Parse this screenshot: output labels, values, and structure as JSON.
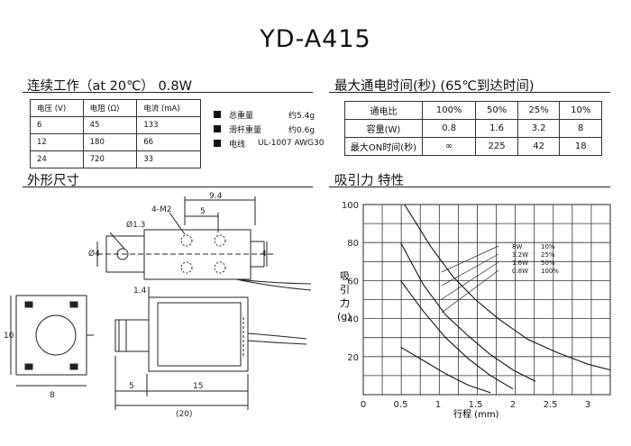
{
  "title": "YD-A415",
  "spec": {
    "heading": "连续工作（at 20℃） 0.8W",
    "headers": [
      "电压 (V)",
      "电阻 (Ω)",
      "电流 (mA)"
    ],
    "rows": [
      [
        "6",
        "45",
        "133"
      ],
      [
        "12",
        "180",
        "66"
      ],
      [
        "24",
        "720",
        "33"
      ]
    ]
  },
  "legend": [
    {
      "name": "总重量",
      "value": "约5.4g"
    },
    {
      "name": "滑杆重量",
      "value": "约0.6g"
    },
    {
      "name": "电线",
      "value": "UL-1007 AWG30"
    }
  ],
  "duty": {
    "heading": "最大通电时间(秒) (65℃到达时间)",
    "rows": [
      [
        "通电比",
        "100%",
        "50%",
        "25%",
        "10%"
      ],
      [
        "容量(W)",
        "0.8",
        "1.6",
        "3.2",
        "8"
      ],
      [
        "最大ON时间(秒)",
        "∞",
        "225",
        "42",
        "18"
      ]
    ]
  },
  "dimensions": {
    "heading": "外形尺寸",
    "labels": [
      "9.4",
      "5",
      "4-M2",
      "Ø1.3",
      "Ø4",
      "4",
      "1.4",
      "10",
      "8",
      "5",
      "15",
      "(20)"
    ]
  },
  "chart_heading": "吸引力 特性",
  "chart_data": {
    "type": "line",
    "xlabel": "行程 (mm)",
    "ylabel": "吸引力(g)",
    "xlim": [
      0,
      3.3
    ],
    "ylim": [
      0,
      100
    ],
    "xticks": [
      "0",
      "0.5",
      "1",
      "1.5",
      "2",
      "2.5",
      "3"
    ],
    "yticks": [
      "20",
      "40",
      "60",
      "80",
      "100"
    ],
    "series": [
      {
        "name": "8W 10%",
        "x": [
          0.55,
          0.9,
          1.2,
          1.5,
          1.8,
          2.2,
          2.6,
          3.0,
          3.3
        ],
        "y": [
          100,
          78,
          62,
          50,
          40,
          29,
          22,
          16,
          13
        ]
      },
      {
        "name": "3.2W 25%",
        "x": [
          0.5,
          0.8,
          1.1,
          1.4,
          1.7,
          2.0,
          2.3
        ],
        "y": [
          80,
          58,
          42,
          31,
          21,
          13,
          7
        ]
      },
      {
        "name": "1.6W 50%",
        "x": [
          0.5,
          0.8,
          1.1,
          1.4,
          1.7,
          2.0
        ],
        "y": [
          60,
          44,
          30,
          19,
          10,
          3
        ]
      },
      {
        "name": "0.8W 100%",
        "x": [
          0.5,
          0.8,
          1.1,
          1.4,
          1.7
        ],
        "y": [
          25,
          18,
          11,
          5,
          1
        ]
      }
    ],
    "legend": [
      {
        "w": "8W",
        "p": "10%"
      },
      {
        "w": "3.2W",
        "p": "25%"
      },
      {
        "w": "1.6W",
        "p": "50%"
      },
      {
        "w": "0.8W",
        "p": "100%"
      }
    ]
  }
}
